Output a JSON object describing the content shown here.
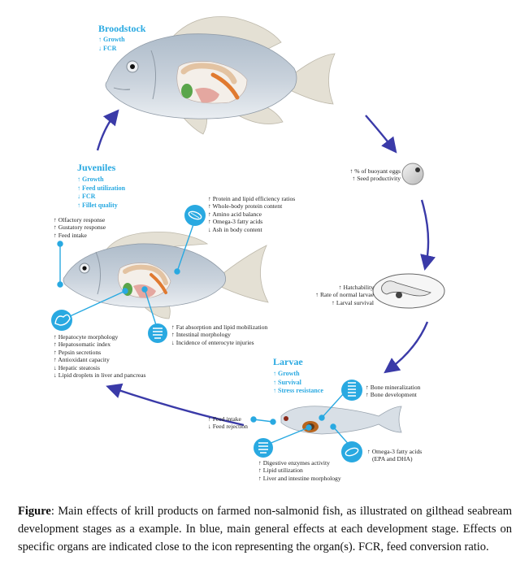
{
  "colors": {
    "accent_blue": "#29a9e1",
    "arrow_navy": "#3a3aa8",
    "text_dark": "#222222",
    "fish_body": "#c3ccd6",
    "fin": "#e6e2d8"
  },
  "stages": {
    "broodstock": {
      "title": "Broodstock",
      "effects": [
        "↑ Growth",
        "↓ FCR"
      ]
    },
    "eggs": {
      "effects": [
        "↑ % of buoyant eggs",
        "↑ Seed productivity"
      ]
    },
    "hatching": {
      "effects": [
        "↑ Hatchability",
        "↑ Rate of normal larvae",
        "↑ Larval survival"
      ]
    },
    "larvae": {
      "title": "Larvae",
      "effects": [
        "↑ Growth",
        "↑ Survival",
        "↑ Stress resistance"
      ],
      "organs": {
        "bone": [
          "↑ Bone mineralization",
          "↑ Bone development"
        ],
        "feeding": [
          "↑ Feed intake",
          "↓ Feed rejection"
        ],
        "digestive": [
          "↑ Digestive enzymes activity",
          "↑ Lipid utilization",
          "↑ Liver and intestine morphology"
        ],
        "muscle": [
          "↑ Omega-3 fatty acids",
          "(EPA and DHA)"
        ]
      }
    },
    "juveniles": {
      "title": "Juveniles",
      "effects": [
        "↑ Growth",
        "↑ Feed utilization",
        "↓ FCR",
        "↑ Fillet quality"
      ],
      "organs": {
        "sensory": [
          "↑ Olfactory response",
          "↑ Gustatory response",
          "↑ Feed intake"
        ],
        "muscle": [
          "↑ Protein and lipid efficiency ratios",
          "↑ Whole-body protein content",
          "↑ Amino acid balance",
          "↑ Omega-3 fatty acids",
          "↓ Ash in body content"
        ],
        "liver": [
          "↑ Hepatocyte morphology",
          "↑ Hepatosomatic index",
          "↑ Pepsin secretions",
          "↑ Antioxidant capacity",
          "↓ Hepatic steatosis",
          "↓ Lipid droplets in liver and pancreas"
        ],
        "intestine": [
          "↑ Fat absorption and lipid mobilization",
          "↑ Intestinal morphology",
          "↓ Incidence of enterocyte injuries"
        ]
      }
    }
  },
  "icons": {
    "muscle": "muscle-icon",
    "liver": "liver-icon",
    "intestine": "intestine-icon",
    "bone": "vertebra-icon",
    "egg": "egg-icon",
    "embryo": "embryo-icon"
  },
  "caption": {
    "label": "Figure",
    "text": ": Main effects of krill products on farmed non-salmonid fish, as illustrated on gilthead seabream development stages as a example. In blue, main general effects at each development stage. Effects on specific organs are indicated close to the icon representing the organ(s). FCR, feed conversion ratio."
  }
}
